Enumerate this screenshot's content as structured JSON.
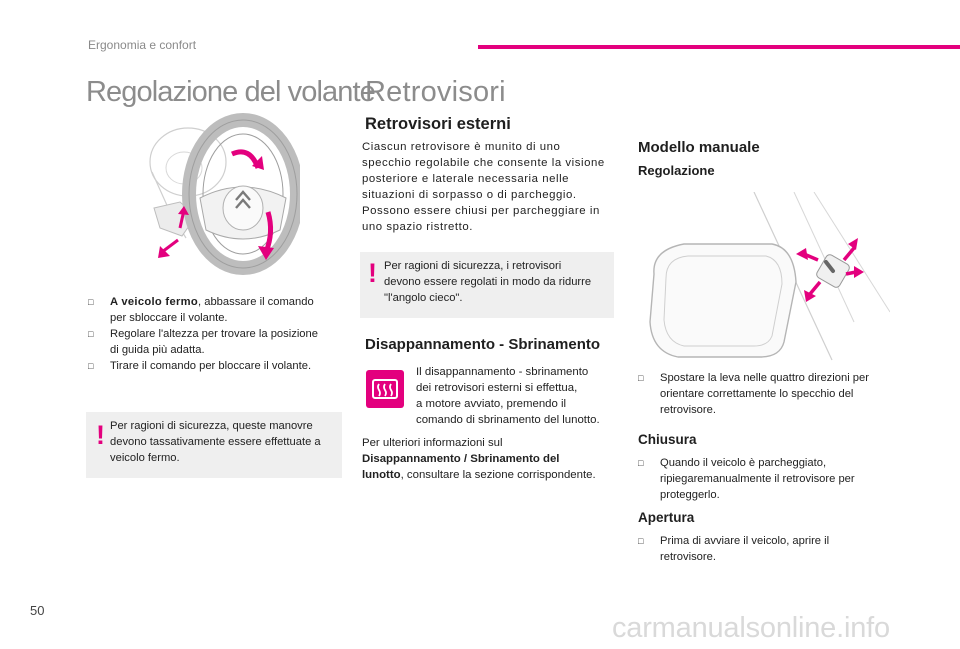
{
  "header": {
    "section": "Ergonomia e confort"
  },
  "colors": {
    "accent": "#e3007e",
    "heading_gray": "#8c8c8c",
    "note_bg": "#efefef"
  },
  "left": {
    "title": "Regolazione del volante",
    "bullets": [
      {
        "bold": "A veicolo fermo",
        "rest": ", abbassare il comando",
        "line2": "per sbloccare il volante."
      },
      {
        "text": "Regolare l'altezza per trovare la posizione",
        "line2": "di guida più adatta."
      },
      {
        "text": "Tirare il comando per bloccare il volante."
      }
    ],
    "note": {
      "lines": [
        "Per ragioni di sicurezza, queste manovre",
        "devono tassativamente essere effettuate a",
        "veicolo fermo."
      ]
    }
  },
  "middle": {
    "title": "Retrovisori",
    "sub1": "Retrovisori esterni",
    "intro": [
      "Ciascun retrovisore è munito di uno",
      "specchio regolabile che consente la visione",
      "posteriore e laterale necessaria nelle",
      "situazioni di sorpasso o di parcheggio.",
      "Possono essere chiusi per parcheggiare in",
      "uno spazio ristretto."
    ],
    "note": {
      "lines": [
        "Per ragioni di sicurezza, i retrovisori",
        "devono essere regolati in modo da ridurre",
        "\"l'angolo cieco\"."
      ]
    },
    "sub2": "Disappannamento - Sbrinamento",
    "defrost_icon": "rear-defrost-icon",
    "defrost_text": [
      "Il disappannamento - sbrinamento",
      "dei retrovisori esterni si effettua,",
      "a motore avviato, premendo il",
      "comando di sbrinamento del lunotto."
    ],
    "more": {
      "line1": "Per ulteriori informazioni sul",
      "bold": "Disappannamento / Sbrinamento del",
      "bold2": "lunotto",
      "rest2": ", consultare la sezione corrispondente."
    }
  },
  "right": {
    "sub1": "Modello manuale",
    "sub1b": "Regolazione",
    "bullet1": [
      "Spostare la leva nelle quattro direzioni per",
      "orientare correttamente lo specchio del",
      "retrovisore."
    ],
    "sub2": "Chiusura",
    "bullet2": [
      "Quando il veicolo è parcheggiato,",
      "ripiegaremanualmente il retrovisore per",
      "proteggerlo."
    ],
    "sub3": "Apertura",
    "bullet3": [
      "Prima di avviare il veicolo, aprire il",
      "retrovisore."
    ]
  },
  "footer": {
    "page_number": "50",
    "watermark": "carmanualsonline.info"
  },
  "bullet_mark": ""
}
